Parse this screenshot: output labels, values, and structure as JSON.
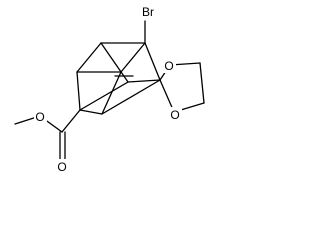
{
  "atoms": {
    "bromine": "Br",
    "dioxolane_oxygen_upper": "O",
    "dioxolane_oxygen_lower": "O",
    "ester_oxygen_single": "O",
    "ester_oxygen_carbonyl": "O"
  }
}
